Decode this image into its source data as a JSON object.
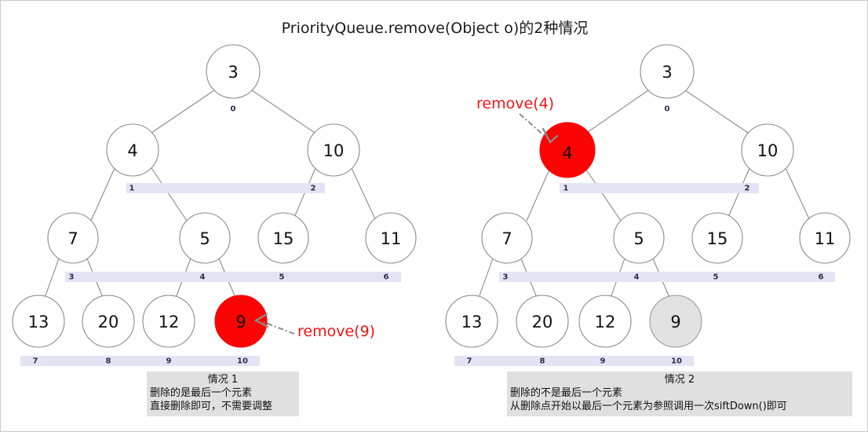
{
  "title": "PriorityQueue.remove(Object o)的2种情况",
  "colors": {
    "red_node": "#fb0404",
    "gray_node": "#e2e2e2",
    "index_band": "#e2e4f4",
    "callout_red": "#f01414",
    "caption_bg": "#e0e0e0",
    "node_stroke": "#8a8a8a"
  },
  "left_tree": {
    "name": "case-1-tree",
    "nodes": [
      {
        "value": "3",
        "index": "0",
        "state": "normal"
      },
      {
        "value": "4",
        "index": "1",
        "state": "normal"
      },
      {
        "value": "10",
        "index": "2",
        "state": "normal"
      },
      {
        "value": "7",
        "index": "3",
        "state": "normal"
      },
      {
        "value": "5",
        "index": "4",
        "state": "normal"
      },
      {
        "value": "15",
        "index": "5",
        "state": "normal"
      },
      {
        "value": "11",
        "index": "6",
        "state": "normal"
      },
      {
        "value": "13",
        "index": "7",
        "state": "normal"
      },
      {
        "value": "20",
        "index": "8",
        "state": "normal"
      },
      {
        "value": "12",
        "index": "9",
        "state": "normal"
      },
      {
        "value": "9",
        "index": "10",
        "state": "red"
      }
    ],
    "callout": "remove(9)",
    "caption": {
      "title": "情况 1",
      "line1": "删除的是最后一个元素",
      "line2": "直接删除即可，不需要调整"
    }
  },
  "right_tree": {
    "name": "case-2-tree",
    "nodes": [
      {
        "value": "3",
        "index": "0",
        "state": "normal"
      },
      {
        "value": "4",
        "index": "1",
        "state": "red"
      },
      {
        "value": "10",
        "index": "2",
        "state": "normal"
      },
      {
        "value": "7",
        "index": "3",
        "state": "normal"
      },
      {
        "value": "5",
        "index": "4",
        "state": "normal"
      },
      {
        "value": "15",
        "index": "5",
        "state": "normal"
      },
      {
        "value": "11",
        "index": "6",
        "state": "normal"
      },
      {
        "value": "13",
        "index": "7",
        "state": "normal"
      },
      {
        "value": "20",
        "index": "8",
        "state": "normal"
      },
      {
        "value": "12",
        "index": "9",
        "state": "normal"
      },
      {
        "value": "9",
        "index": "10",
        "state": "gray"
      }
    ],
    "callout": "remove(4)",
    "caption": {
      "title": "情况 2",
      "line1": "删除的不是最后一个元素",
      "line2": "从删除点开始以最后一个元素为参照调用一次siftDown()即可"
    }
  }
}
